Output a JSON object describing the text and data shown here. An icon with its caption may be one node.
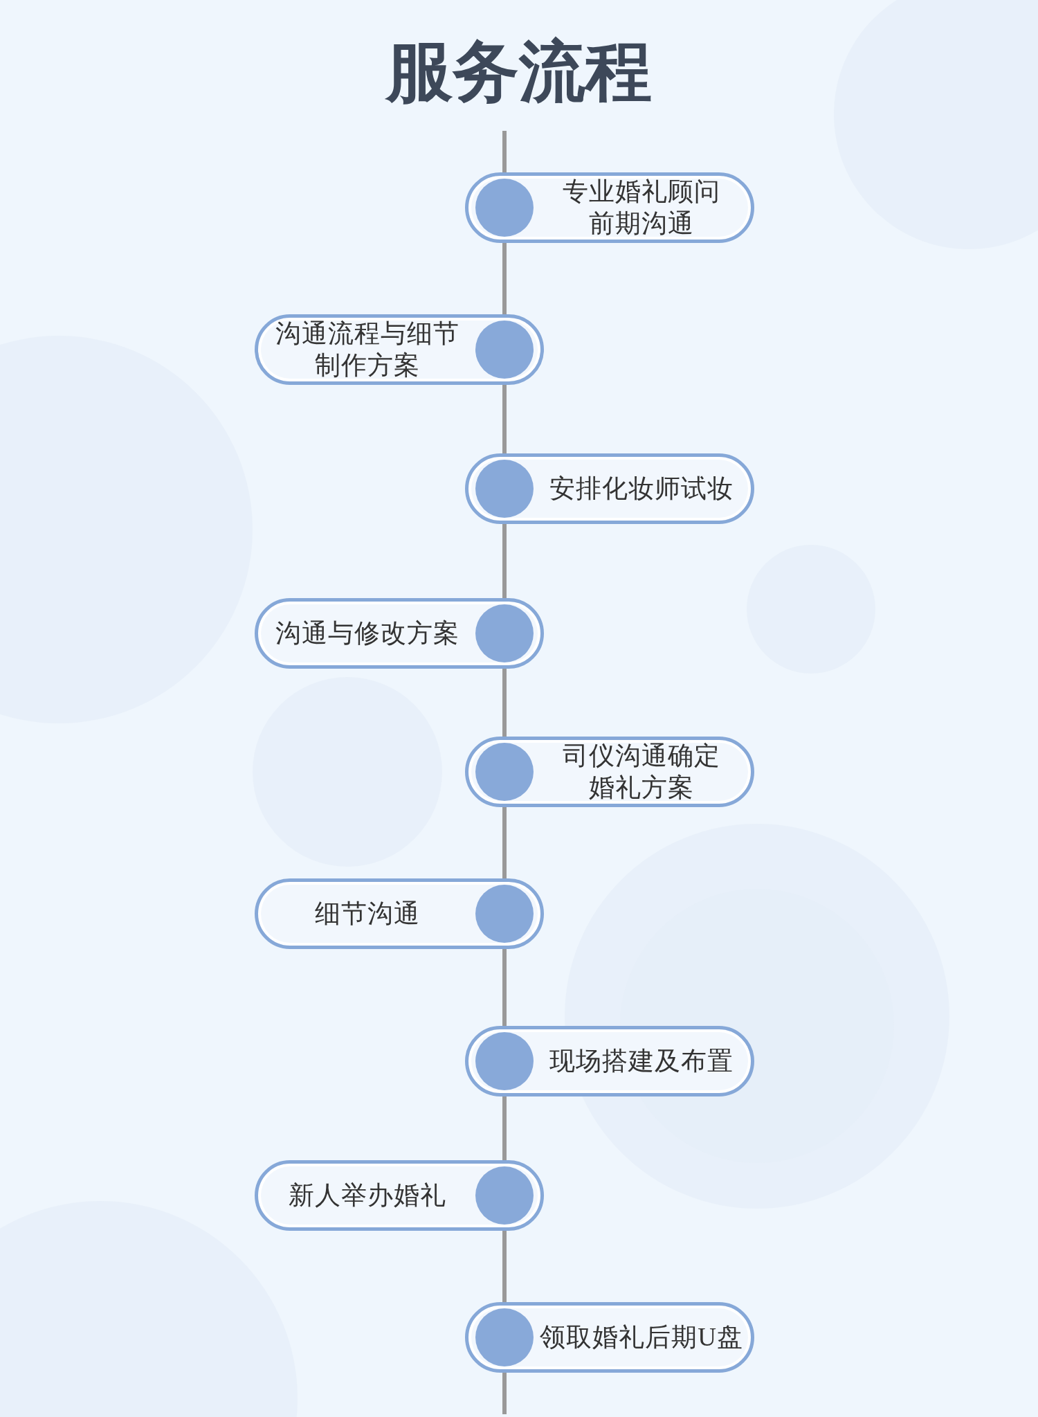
{
  "diagram": {
    "title": "服务流程",
    "nodes": [
      {
        "text": [
          "专业婚礼顾问前期沟通"
        ]
      },
      {
        "text": [],
        "shape": "circle",
        "in": 0
      },
      {
        "text": [
          "沟通流程与细节制作方案"
        ]
      },
      {
        "text": [],
        "shape": "circle",
        "in": 2
      },
      {
        "text": [
          "安排化妆师试妆"
        ]
      },
      {
        "text": [],
        "shape": "circle",
        "in": 4
      },
      {
        "text": [
          "沟通与修改方案"
        ]
      },
      {
        "text": [],
        "shape": "circle",
        "in": 6
      },
      {
        "text": [
          "司仪沟通确定婚礼方案"
        ]
      },
      {
        "text": [],
        "shape": "circle",
        "in": 8
      },
      {
        "text": [
          "细节沟通"
        ]
      },
      {
        "text": [],
        "shape": "circle",
        "in": 10
      },
      {
        "text": [
          "现场搭建及布置"
        ]
      },
      {
        "text": [],
        "shape": "circle",
        "in": 12
      },
      {
        "text": [
          "新人举办婚礼"
        ]
      },
      {
        "text": [],
        "shape": "circle",
        "in": 14
      },
      {
        "text": [
          "领取婚礼后期U盘"
        ]
      },
      {
        "text": [],
        "shape": "circle",
        "in": 16
      }
    ],
    "edges": [
      {
        "from": null,
        "to": 1,
        "arrow": "none"
      },
      {
        "from": 1,
        "to": 3,
        "arrow": "none"
      },
      {
        "from": 3,
        "to": 5,
        "arrow": "none"
      },
      {
        "from": 5,
        "to": 7,
        "arrow": "none"
      },
      {
        "from": 7,
        "to": 9,
        "arrow": "none"
      },
      {
        "from": 9,
        "to": 11,
        "arrow": "none"
      },
      {
        "from": 11,
        "to": 13,
        "arrow": "none"
      },
      {
        "from": 13,
        "to": 15,
        "arrow": "none"
      },
      {
        "from": 15,
        "to": 17,
        "arrow": "none"
      },
      {
        "from": 17,
        "to": null,
        "arrow": "none"
      }
    ]
  }
}
